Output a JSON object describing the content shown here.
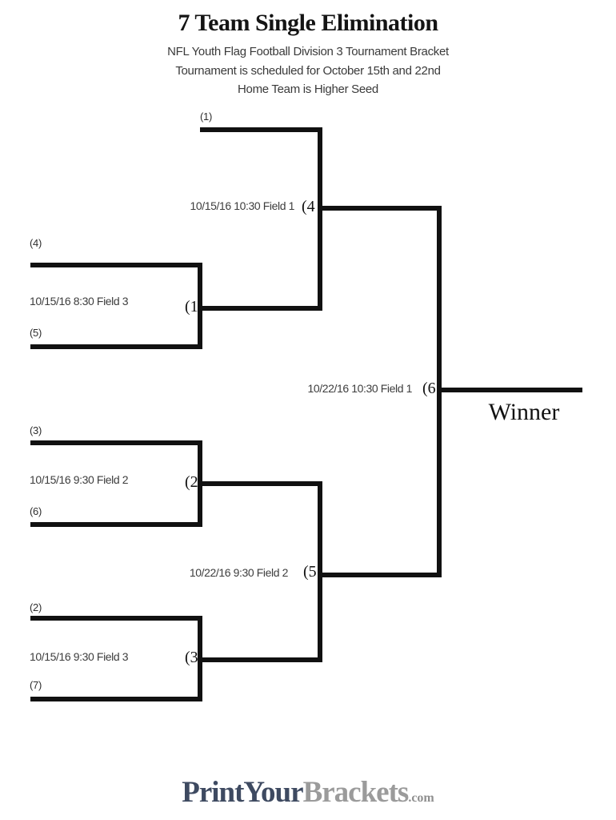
{
  "header": {
    "title": "7 Team Single Elimination",
    "subtitle1": "NFL Youth Flag Football Division 3 Tournament Bracket",
    "subtitle2": "Tournament is scheduled for October 15th and 22nd",
    "subtitle3": "Home Team is Higher Seed"
  },
  "bracket": {
    "seed_labels": {
      "s1": "(1)",
      "s2": "(2)",
      "s3": "(3)",
      "s4": "(4)",
      "s5": "(5)",
      "s6": "(6)",
      "s7": "(7)"
    },
    "games": {
      "g1": {
        "number": "(1",
        "schedule": "10/15/16 8:30 Field 3",
        "teams": "(4) vs (5)"
      },
      "g2": {
        "number": "(2",
        "schedule": "10/15/16 9:30 Field 2",
        "teams": "(3) vs (6)"
      },
      "g3": {
        "number": "(3",
        "schedule": "10/15/16 9:30 Field 3",
        "teams": "(2) vs (7)"
      },
      "g4": {
        "number": "(4",
        "schedule": "10/15/16 10:30 Field 1",
        "teams": "(1) vs winner game 1"
      },
      "g5": {
        "number": "(5",
        "schedule": "10/22/16 9:30 Field 2",
        "teams": "winner game 2 vs winner game 3"
      },
      "g6": {
        "number": "(6",
        "schedule": "10/22/16 10:30 Field 1",
        "teams": "winner game 4 vs winner game 5"
      }
    },
    "winner_label": "Winner"
  },
  "footer": {
    "logo_part1": "PrintYour",
    "logo_part2": "Brackets",
    "logo_part3": ".com"
  },
  "colors": {
    "line": "#111111",
    "logo_primary": "#3e4a61",
    "logo_secondary": "#9b9b9b"
  }
}
